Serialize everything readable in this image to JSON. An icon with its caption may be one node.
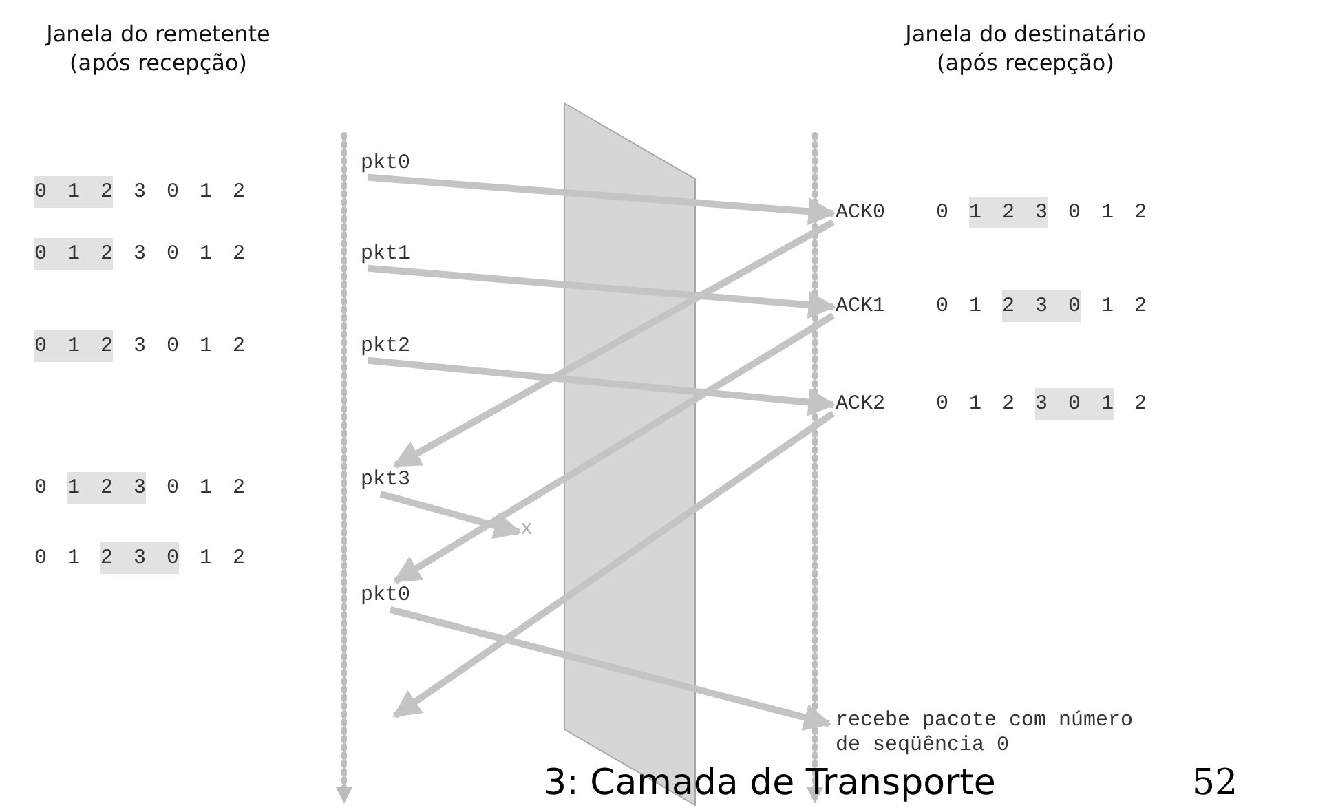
{
  "diagram": {
    "nodes": [
      {
        "text": [
          "pkt0"
        ]
      },
      {
        "text": [
          "ACK0"
        ]
      },
      {
        "text": [
          "pkt1"
        ]
      },
      {
        "text": [
          "ACK1"
        ]
      },
      {
        "text": [
          "pkt2"
        ]
      },
      {
        "text": [
          "ACK2"
        ]
      },
      {
        "text": [
          "pkt3"
        ]
      },
      {
        "text": [
          "x"
        ]
      },
      {
        "text": [
          "pkt0"
        ]
      },
      {
        "text": [
          "recebe pacote com número de seqüência 0"
        ]
      }
    ],
    "edges": [
      {
        "from": 0,
        "to": 1,
        "arrow": "to"
      },
      {
        "from": 1,
        "to": 6,
        "arrow": "to"
      },
      {
        "from": 2,
        "to": 3,
        "arrow": "to"
      },
      {
        "from": 3,
        "to": 8,
        "arrow": "to"
      },
      {
        "from": 4,
        "to": 5,
        "arrow": "to"
      },
      {
        "from": 5,
        "to": null,
        "arrow": "to"
      },
      {
        "from": 6,
        "to": 7,
        "arrow": "to"
      },
      {
        "from": 8,
        "to": 9,
        "arrow": "to"
      }
    ],
    "labels": [
      "Janela do remetente (após recepção)",
      "Janela do destinatário (após recepção)",
      "0 1 2 3 0 1 2",
      "0 1 2 3 0 1 2",
      "0 1 2 3 0 1 2",
      "0 1 2 3 0 1 2",
      "0 1 2 3 0 1 2",
      "0 1 2 3 0 1 2",
      "0 1 2 3 0 1 2",
      "0 1 2 3 0 1 2",
      "3: Camada de Transporte",
      "52"
    ]
  }
}
